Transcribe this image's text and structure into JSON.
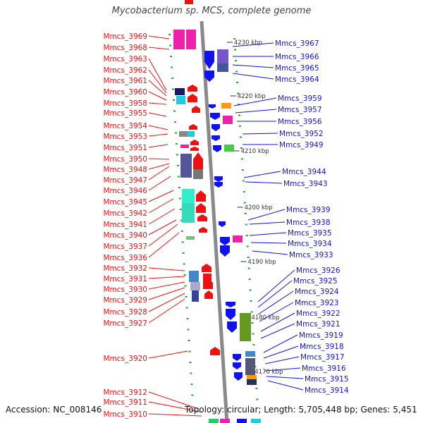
{
  "title": "Mycobacterium sp. MCS, complete genome",
  "accession": "Accession: NC_008146",
  "summary": "Topology: circular; Length: 5,705,448 bp; Genes: 5,451",
  "kbp_labels": [
    "4230 kbp",
    "4220 kbp",
    "4210 kbp",
    "4200 kbp",
    "4190 kbp",
    "4180 kbp",
    "4170 kbp"
  ],
  "left_genes": [
    "Mmcs_3969",
    "Mmcs_3968",
    "Mmcs_3963",
    "Mmcs_3962",
    "Mmcs_3961",
    "Mmcs_3960",
    "Mmcs_3958",
    "Mmcs_3955",
    "Mmcs_3954",
    "Mmcs_3953",
    "Mmcs_3951",
    "Mmcs_3950",
    "Mmcs_3948",
    "Mmcs_3947",
    "Mmcs_3946",
    "Mmcs_3945",
    "Mmcs_3942",
    "Mmcs_3941",
    "Mmcs_3940",
    "Mmcs_3937",
    "Mmcs_3936",
    "Mmcs_3932",
    "Mmcs_3931",
    "Mmcs_3930",
    "Mmcs_3929",
    "Mmcs_3928",
    "Mmcs_3927",
    "Mmcs_3920",
    "Mmcs_3912",
    "Mmcs_3911",
    "Mmcs_3910"
  ],
  "right_genes": [
    "Mmcs_3967",
    "Mmcs_3966",
    "Mmcs_3965",
    "Mmcs_3964",
    "Mmcs_3959",
    "Mmcs_3957",
    "Mmcs_3956",
    "Mmcs_3952",
    "Mmcs_3949",
    "Mmcs_3944",
    "Mmcs_3943",
    "Mmcs_3939",
    "Mmcs_3938",
    "Mmcs_3935",
    "Mmcs_3934",
    "Mmcs_3933",
    "Mmcs_3926",
    "Mmcs_3925",
    "Mmcs_3924",
    "Mmcs_3923",
    "Mmcs_3922",
    "Mmcs_3921",
    "Mmcs_3919",
    "Mmcs_3918",
    "Mmcs_3917",
    "Mmcs_3916",
    "Mmcs_3915",
    "Mmcs_3914"
  ],
  "colors": {
    "forward_strand": "#ee1111",
    "reverse_strand": "#1111ee",
    "backbone": "#8a8a8a",
    "tick": "#22aa22"
  }
}
